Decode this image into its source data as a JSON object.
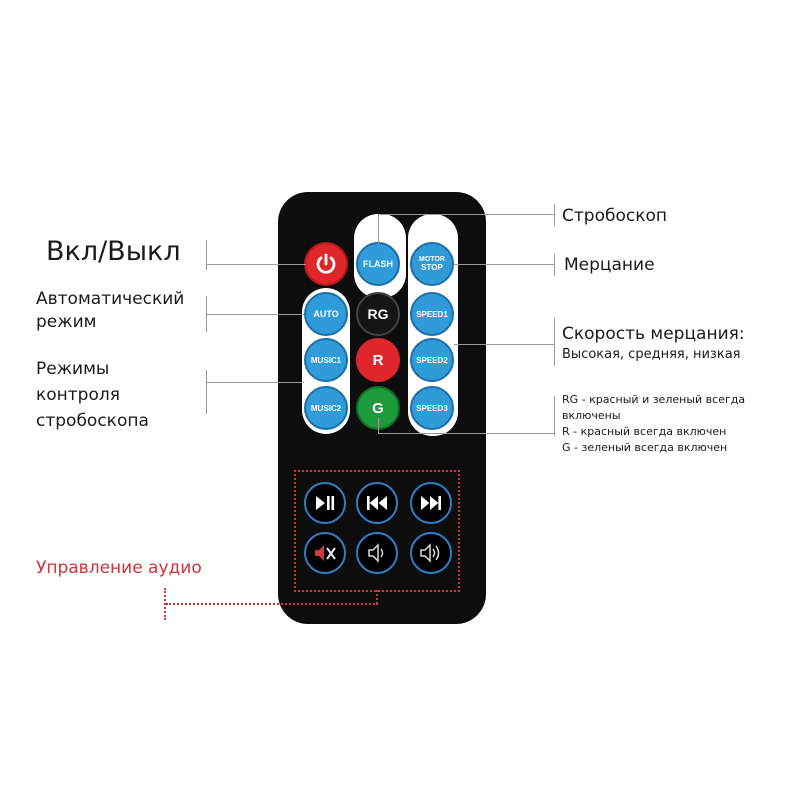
{
  "remote": {
    "buttons": {
      "flash": "FLASH",
      "motor_stop_line1": "MOTOR",
      "motor_stop_line2": "STOP",
      "auto": "AUTO",
      "rg": "RG",
      "speed1": "SPEED1",
      "music1": "MUSIC1",
      "r": "R",
      "speed2": "SPEED2",
      "music2": "MUSIC2",
      "g": "G",
      "speed3": "SPEED3"
    },
    "audio_icons": [
      "play-pause-icon",
      "previous-track-icon",
      "next-track-icon",
      "mute-icon",
      "volume-down-icon",
      "volume-up-icon"
    ]
  },
  "labels": {
    "power": "Вкл/Выкл",
    "auto_line1": "Автоматический",
    "auto_line2": "режим",
    "strobe_modes_line1": "Режимы",
    "strobe_modes_line2": "контроля",
    "strobe_modes_line3": "стробоскопа",
    "audio": "Управление аудио",
    "strobe": "Стробоскоп",
    "flicker": "Мерцание",
    "speed_title": "Скорость мерцания:",
    "speed_values": "Высокая, средняя, низкая",
    "color_rg": "RG - красный и зеленый всегда",
    "color_rg_cont": "включены",
    "color_r": "R - красный всегда включен",
    "color_g": "G - зеленый всегда включен"
  },
  "colors": {
    "remote_body": "#0d0d0d",
    "blue_button": "#2f9bd9",
    "red_button": "#e0262b",
    "green_button": "#1e9a3d",
    "audio_accent": "#2f7fc6",
    "audio_label": "#d0333a",
    "leader_line": "#9a9a9a"
  }
}
